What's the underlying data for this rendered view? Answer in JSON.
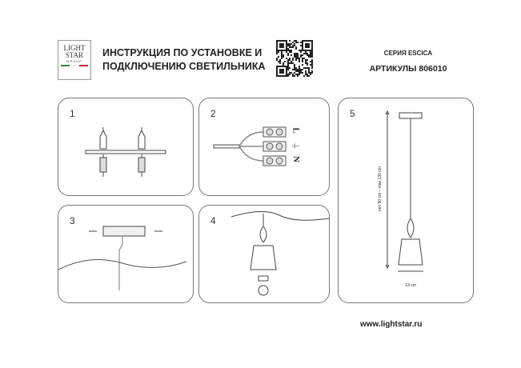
{
  "logo": {
    "line1": "LIGHT",
    "line2": "STAR",
    "line3": "GROUP",
    "flag_colors": [
      "#2a8a3a",
      "#ffffff",
      "#c0272d"
    ]
  },
  "header": {
    "title_line1": "ИНСТРУКЦИЯ ПО УСТАНОВКЕ И",
    "title_line2": "ПОДКЛЮЧЕНИЮ СВЕТИЛЬНИКА",
    "series": "СЕРИЯ ESCICA",
    "articles": "АРТИКУЛЫ 806010"
  },
  "panels": [
    {
      "number": "1"
    },
    {
      "number": "2",
      "labels": {
        "l": "L",
        "earth": "⏚",
        "n": "N"
      }
    },
    {
      "number": "3"
    },
    {
      "number": "4"
    },
    {
      "number": "5",
      "height_label": "min 50 cm – max 130 cm",
      "width_label": "13 cm"
    }
  ],
  "footer": {
    "url": "www.lightstar.ru"
  }
}
